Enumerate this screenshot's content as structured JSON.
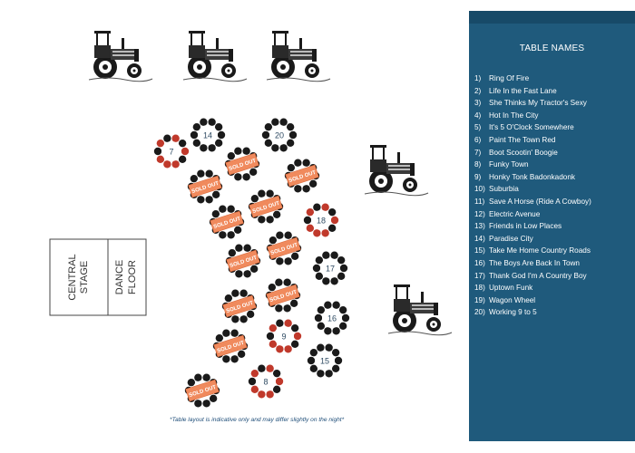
{
  "panel": {
    "title": "TABLE NAMES",
    "names": [
      {
        "num": "1)",
        "name": "Ring Of Fire"
      },
      {
        "num": "2)",
        "name": "Life In the Fast Lane"
      },
      {
        "num": "3)",
        "name": "She Thinks My Tractor's Sexy"
      },
      {
        "num": "4)",
        "name": "Hot In The City"
      },
      {
        "num": "5)",
        "name": "It's 5 O'Clock Somewhere"
      },
      {
        "num": "6)",
        "name": "Paint The Town Red"
      },
      {
        "num": "7)",
        "name": "Boot Scootin' Boogie"
      },
      {
        "num": "8)",
        "name": "Funky Town"
      },
      {
        "num": "9)",
        "name": "Honky Tonk Badonkadonk"
      },
      {
        "num": "10)",
        "name": "Suburbia"
      },
      {
        "num": "11)",
        "name": "Save A Horse (Ride A Cowboy)"
      },
      {
        "num": "12)",
        "name": "Electric Avenue"
      },
      {
        "num": "13)",
        "name": "Friends in Low Places"
      },
      {
        "num": "14)",
        "name": "Paradise City"
      },
      {
        "num": "15)",
        "name": "Take Me Home Country Roads"
      },
      {
        "num": "16)",
        "name": "The Boys Are Back In Town"
      },
      {
        "num": "17)",
        "name": "Thank God I'm A Country Boy"
      },
      {
        "num": "18)",
        "name": "Uptown Funk"
      },
      {
        "num": "19)",
        "name": "Wagon Wheel"
      },
      {
        "num": "20)",
        "name": "Working 9 to 5"
      }
    ]
  },
  "stage": {
    "line1": "CENTRAL",
    "line2": "STAGE"
  },
  "dance": {
    "line1": "DANCE",
    "line2": "FLOOR"
  },
  "sold_out_label": "SOLD OUT",
  "tables": [
    {
      "label": "14",
      "status": "available"
    },
    {
      "label": "20",
      "status": "available"
    },
    {
      "label": "7",
      "status": "partial"
    },
    {
      "label": "",
      "status": "sold_out"
    },
    {
      "label": "",
      "status": "sold_out"
    },
    {
      "label": "",
      "status": "sold_out"
    },
    {
      "label": "",
      "status": "sold_out"
    },
    {
      "label": "",
      "status": "sold_out"
    },
    {
      "label": "18",
      "status": "partial"
    },
    {
      "label": "",
      "status": "sold_out"
    },
    {
      "label": "",
      "status": "sold_out"
    },
    {
      "label": "17",
      "status": "available"
    },
    {
      "label": "",
      "status": "sold_out"
    },
    {
      "label": "",
      "status": "sold_out"
    },
    {
      "label": "16",
      "status": "available"
    },
    {
      "label": "9",
      "status": "partial"
    },
    {
      "label": "",
      "status": "sold_out"
    },
    {
      "label": "15",
      "status": "available"
    },
    {
      "label": "8",
      "status": "partial"
    },
    {
      "label": "",
      "status": "sold_out"
    }
  ],
  "footnote": "*Table layout is indicative only and may differ slightly on the night*",
  "colors": {
    "panel": "#1f5a7c",
    "sold_out": "#f08a5d",
    "chair_dark": "#1a1a1a",
    "chair_red": "#c0392b",
    "table_number": "#2e4a62"
  }
}
